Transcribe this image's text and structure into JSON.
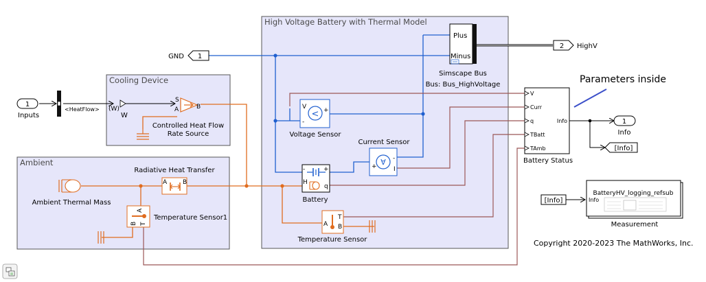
{
  "subsystems": {
    "battery": "High Voltage Battery with Thermal Model",
    "cooling": "Cooling Device",
    "ambient": "Ambient"
  },
  "ports": {
    "gnd_label": "GND",
    "gnd_num": "1",
    "highv_num": "2",
    "highv_label": "HighV",
    "inputs_num": "1",
    "inputs_label": "Inputs",
    "info_num": "1",
    "info_label": "Info"
  },
  "blocks": {
    "heatflow_tag": "<HeatFlow>",
    "unit_w_in": "(W)",
    "unit_w_label": "W",
    "controlled_heat_flow": [
      "Controlled Heat Flow",
      "Rate Source"
    ],
    "chf_ports": {
      "s": "S",
      "a": "A",
      "b": "B"
    },
    "simscape_bus": "Simscape Bus",
    "bus_name": "Bus: Bus_HighVoltage",
    "bus_plus": "Plus",
    "bus_minus": "Minus",
    "voltage_sensor": "Voltage Sensor",
    "vs_ports": {
      "v": "V",
      "plus": "+",
      "minus": "-"
    },
    "current_sensor": "Current Sensor",
    "cs_ports": {
      "plus": "+",
      "minus": "-",
      "i": "I"
    },
    "battery": "Battery",
    "bat_ports": {
      "minus": "-",
      "plus": "+",
      "h": "H",
      "q": "q"
    },
    "temperature_sensor": "Temperature Sensor",
    "temperature_sensor1": "Temperature Sensor1",
    "ts_ports": {
      "a": "A",
      "t": "T",
      "b": "B"
    },
    "radiative_heat_transfer": "Radiative Heat Transfer",
    "rht_ports": {
      "a": "A",
      "b": "B"
    },
    "ambient_thermal_mass": "Ambient Thermal Mass",
    "battery_status": "Battery Status",
    "status_inputs": [
      "V",
      "Curr",
      "q",
      "TBatt",
      "TAmb"
    ],
    "status_output": "Info",
    "goto_info": "[Info]",
    "from_info": "[Info]",
    "measurement": "Measurement",
    "measurement_inner": "BatteryHV_logging_refsub",
    "measurement_port": "Info"
  },
  "annotations": {
    "parameters": "Parameters inside",
    "copyright": "Copyright 2020-2023 The MathWorks, Inc."
  }
}
